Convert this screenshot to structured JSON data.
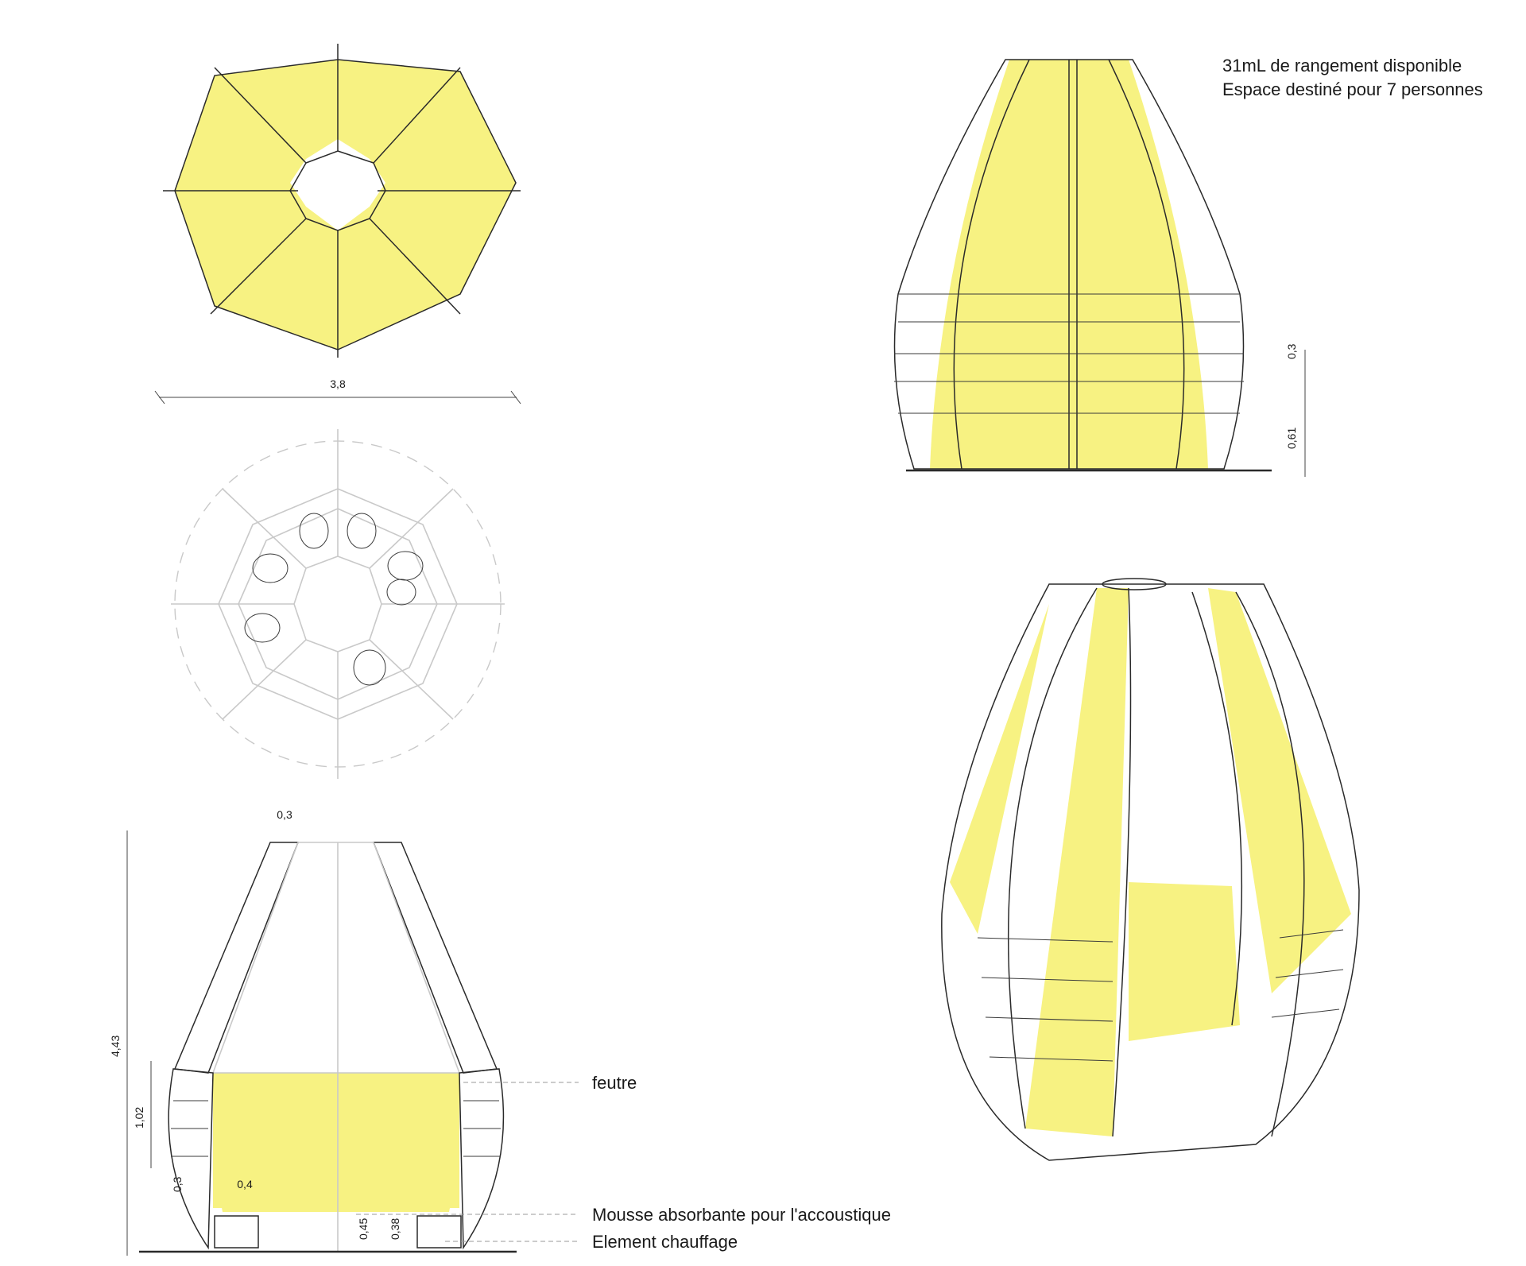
{
  "info": {
    "line1": "31mL de rangement disponible",
    "line2": "Espace destiné pour 7 personnes"
  },
  "plan": {
    "width_dim": "3,8"
  },
  "elevation": {
    "dim_shelf": "0,3",
    "dim_base": "0,61"
  },
  "section": {
    "dim_top": "0,3",
    "dim_height": "4,43",
    "dim_wall": "1,02",
    "dim_shelf": "0,3",
    "dim_seat": "0,4",
    "dim_045": "0,45",
    "dim_038": "0,38",
    "label_felt": "feutre",
    "label_foam": "Mousse absorbante pour l'accoustique",
    "label_heat": "Element chauffage"
  },
  "colors": {
    "accent_yellow": "#f7f282",
    "line": "#2a2a2a",
    "ghost": "#c9c9c9"
  }
}
